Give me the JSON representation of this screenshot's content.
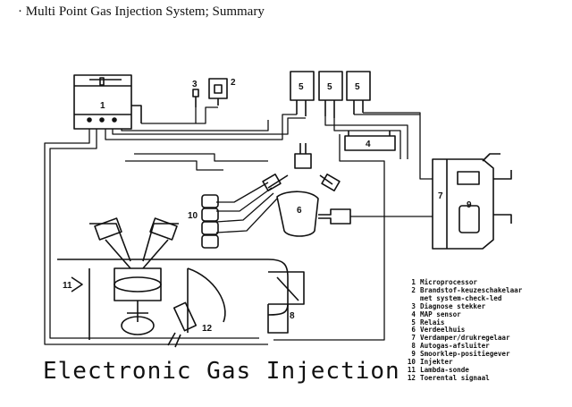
{
  "title": "· Multi Point Gas Injection System; Summary",
  "caption": "Electronic Gas Injection",
  "callouts": {
    "c1": "1",
    "c2": "2",
    "c3": "3",
    "c4": "4",
    "c5a": "5",
    "c5b": "5",
    "c5c": "5",
    "c6": "6",
    "c7": "7",
    "c8": "8",
    "c9": "9",
    "c10": "10",
    "c11": "11",
    "c12": "12"
  },
  "legend": [
    {
      "num": "1",
      "text": "Microprocessor"
    },
    {
      "num": "2",
      "text": "Brandstof-keuzeschakelaar"
    },
    {
      "num": "",
      "text": "met system-check-led"
    },
    {
      "num": "3",
      "text": "Diagnose stekker"
    },
    {
      "num": "4",
      "text": "MAP sensor"
    },
    {
      "num": "5",
      "text": "Relais"
    },
    {
      "num": "6",
      "text": "Verdeelhuis"
    },
    {
      "num": "7",
      "text": "Verdamper/drukregelaar"
    },
    {
      "num": "8",
      "text": "Autogas-afsluiter"
    },
    {
      "num": "9",
      "text": "Smoorklep-positiegever"
    },
    {
      "num": "10",
      "text": "Injekter"
    },
    {
      "num": "11",
      "text": "Lambda-sonde"
    },
    {
      "num": "12",
      "text": "Toerental signaal"
    }
  ]
}
